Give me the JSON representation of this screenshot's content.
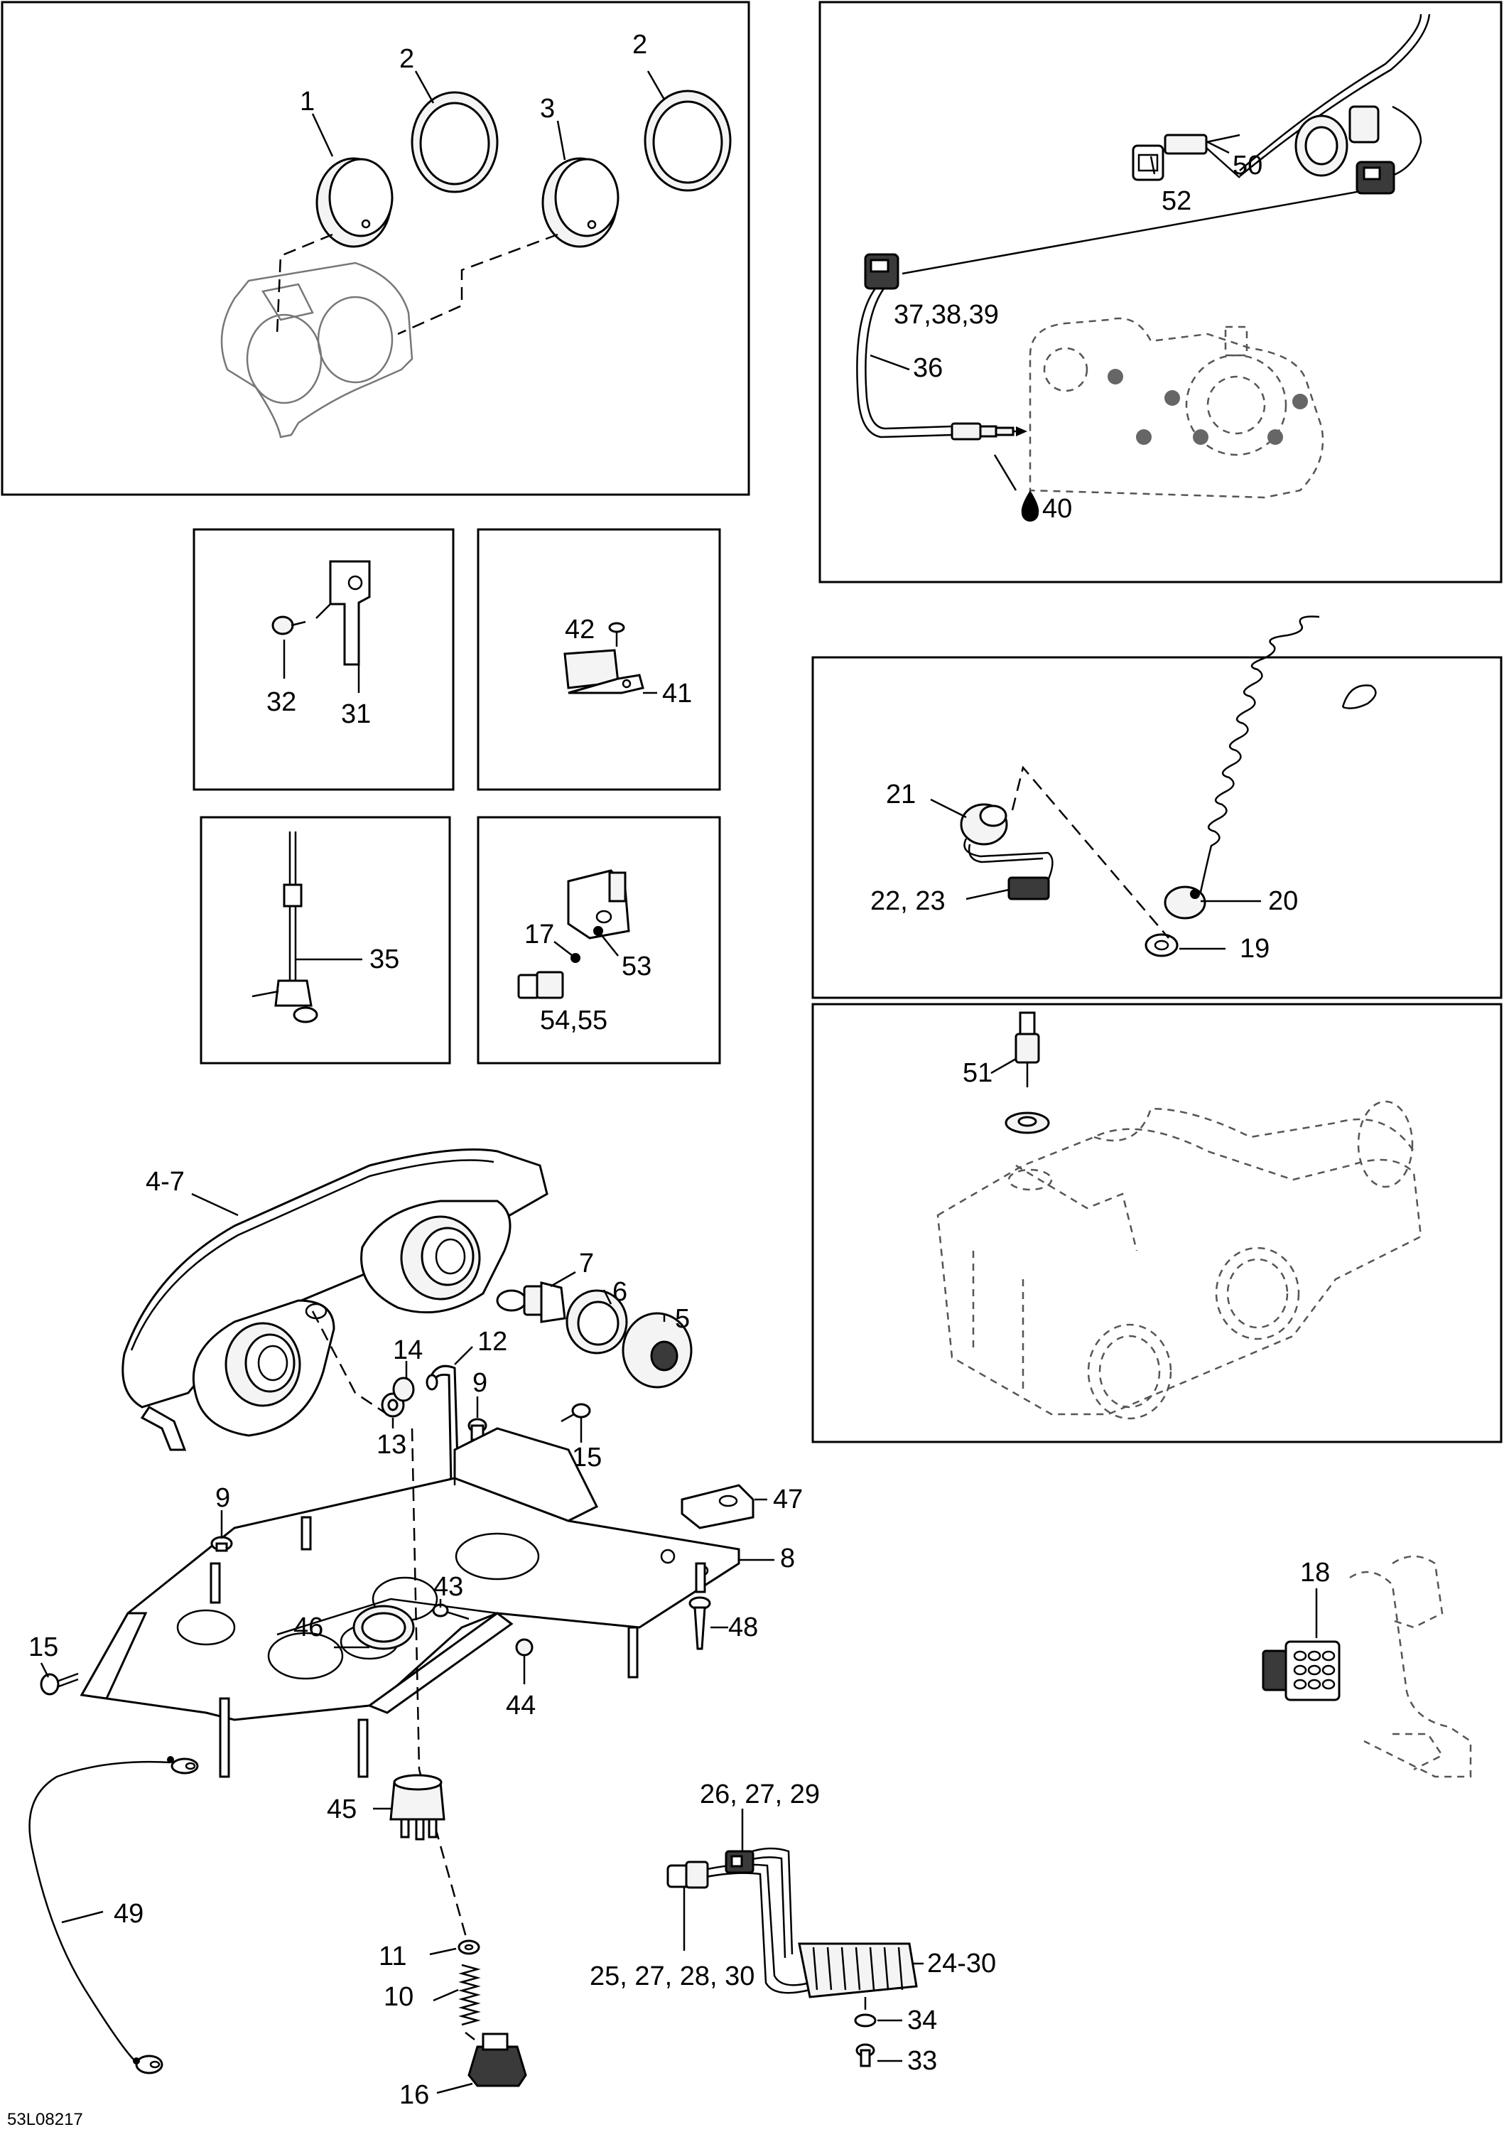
{
  "diagram_ref": "53L08217",
  "callouts": {
    "c1": "1",
    "c2a": "2",
    "c2b": "2",
    "c3": "3",
    "c50": "50",
    "c52": "52",
    "c37": "37,38,39",
    "c36": "36",
    "c40": "40",
    "c42": "42",
    "c41": "41",
    "c32": "32",
    "c31": "31",
    "c35": "35",
    "c17": "17",
    "c53": "53",
    "c54": "54,55",
    "c21": "21",
    "c22": "22, 23",
    "c20": "20",
    "c19": "19",
    "c51": "51",
    "c4": "4-7",
    "c7": "7",
    "c6": "6",
    "c5": "5",
    "c14": "14",
    "c12": "12",
    "c9a": "9",
    "c13": "13",
    "c15a": "15",
    "c47": "47",
    "c9b": "9",
    "c8": "8",
    "c43": "43",
    "c46": "46",
    "c48": "48",
    "c15b": "15",
    "c44": "44",
    "c45": "45",
    "c49": "49",
    "c11": "11",
    "c10": "10",
    "c16": "16",
    "c18": "18",
    "c26": "26, 27, 29",
    "c24": "24-30",
    "c34": "34",
    "c33": "33",
    "c25": "25, 27, 28, 30"
  },
  "icons": {
    "sealant": "liquid-drop-icon"
  }
}
